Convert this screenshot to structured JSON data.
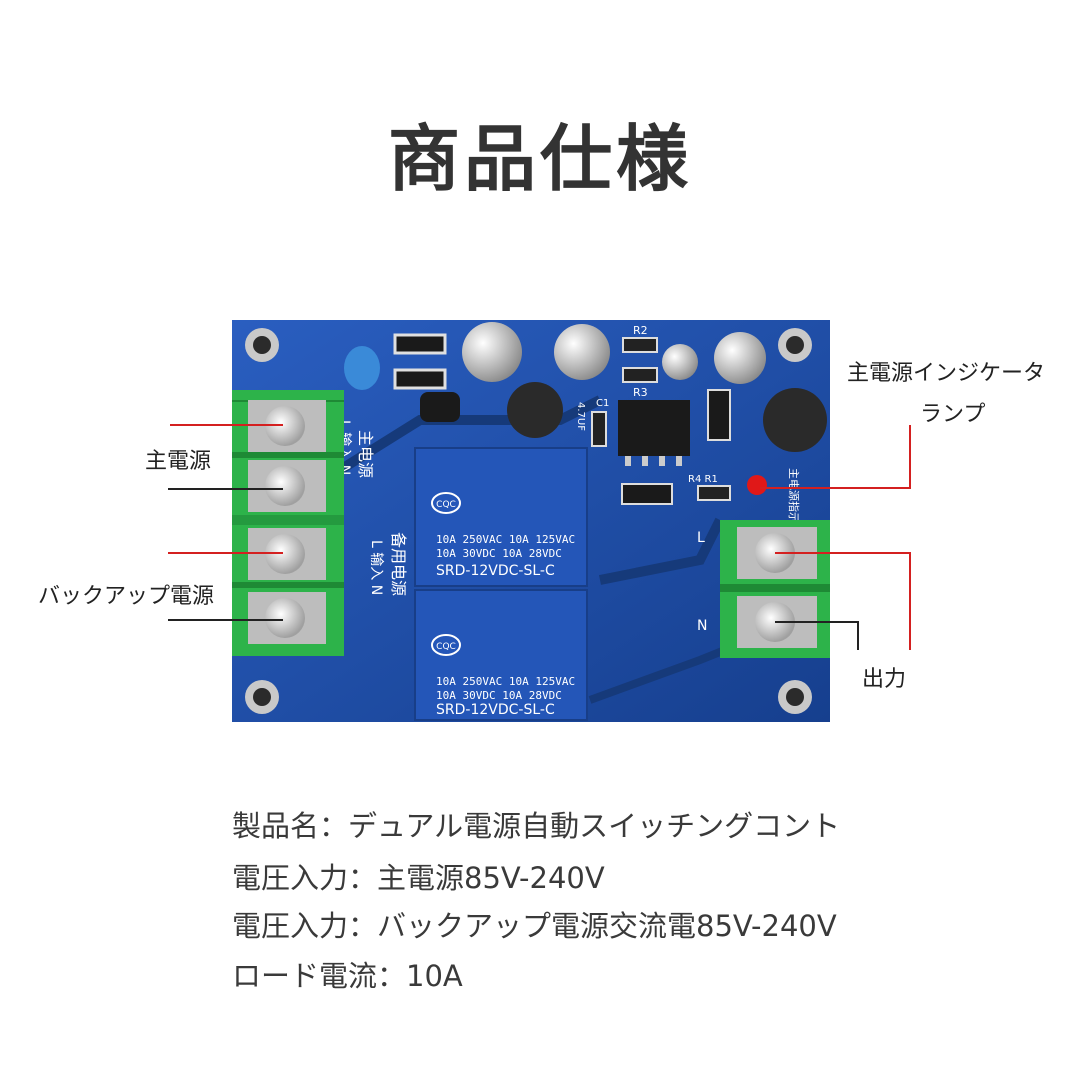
{
  "title": "商品仕様",
  "callouts": {
    "main_power": "主電源",
    "backup_power": "バックアップ電源",
    "indicator_line1": "主電源インジケータ",
    "indicator_line2": "ランプ",
    "output": "出力"
  },
  "board": {
    "relay_brand": "CQC",
    "relay_ratings": [
      "10A 250VAC  10A 125VAC",
      "10A 30VDC   10A 28VDC"
    ],
    "relay_model": "SRD-12VDC-SL-C",
    "pcb_text": {
      "main_input": "主电源",
      "main_input_sub": "L 输入 N",
      "backup_input": "备用电源",
      "backup_input_sub": "L 输入 N",
      "output_l": "L",
      "output_n": "N",
      "indicator": "主电源指示灯",
      "r2": "R2",
      "r3": "R3",
      "r4r1": "R4 R1",
      "c1": "C1",
      "cap_value": "4.7UF"
    },
    "colors": {
      "pcb": "#1d4ea8",
      "terminal": "#2db34a",
      "relay": "#2456b8",
      "line_red": "#d42020"
    }
  },
  "specs": [
    "製品名：デュアル電源自動スイッチングコント",
    "電圧入力：主電源85V-240V",
    "電圧入力：バックアップ電源交流電85V-240V",
    "ロード電流：10A"
  ]
}
